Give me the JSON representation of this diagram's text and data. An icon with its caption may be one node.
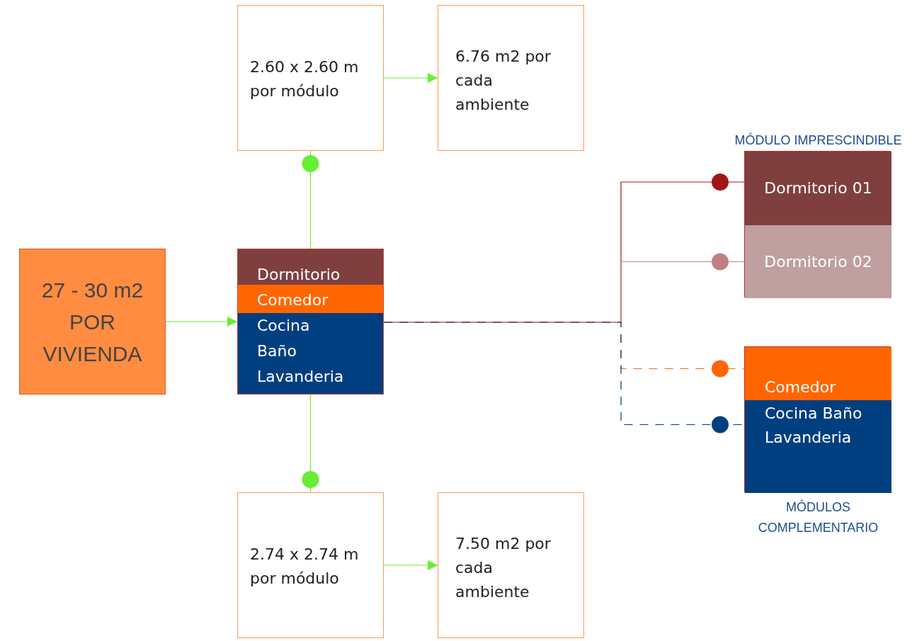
{
  "diagram": {
    "nodes": [
      {
        "text": [
          "27 - 30 m2 POR VIVIENDA"
        ]
      },
      {
        "text": [
          "Dormitorio",
          "Comedor",
          "Cocina Baño Lavanderia"
        ]
      },
      {
        "text": [
          "2.60 x 2.60 m por módulo"
        ]
      },
      {
        "text": [
          "6.76 m2 por cada ambiente"
        ]
      },
      {
        "text": [
          "2.74 x 2.74 m por módulo"
        ]
      },
      {
        "text": [
          "7.50 m2 por cada ambiente"
        ]
      },
      {
        "text": [
          "MÓDULO IMPRESCINDIBLE"
        ]
      },
      {
        "text": [
          "Dormitorio 01"
        ],
        "in": 6
      },
      {
        "text": [
          "Dormitorio 02"
        ],
        "in": 6
      },
      {
        "text": [
          "MÓDULOS COMPLEMENTARIO"
        ]
      },
      {
        "text": [
          "Comedor"
        ],
        "in": 9
      },
      {
        "text": [
          "Cocina Baño Lavanderia"
        ],
        "in": 9
      }
    ],
    "edges": [
      {
        "from": 0,
        "to": 1,
        "arrow": "to"
      },
      {
        "from": 1,
        "to": 2,
        "arrow": "other"
      },
      {
        "from": 2,
        "to": 3,
        "arrow": "to"
      },
      {
        "from": 1,
        "to": 4,
        "arrow": "other"
      },
      {
        "from": 4,
        "to": 5,
        "arrow": "to"
      },
      {
        "from": 1,
        "to": 7,
        "arrow": "other",
        "color": "#a31515"
      },
      {
        "from": 1,
        "to": 8,
        "arrow": "other",
        "color": "#c08080"
      },
      {
        "from": 1,
        "to": 10,
        "arrow": "other",
        "style": "dashed",
        "color": "#ff6600"
      },
      {
        "from": 1,
        "to": 11,
        "arrow": "other",
        "style": "dashed",
        "color": "#003f7f"
      }
    ]
  }
}
